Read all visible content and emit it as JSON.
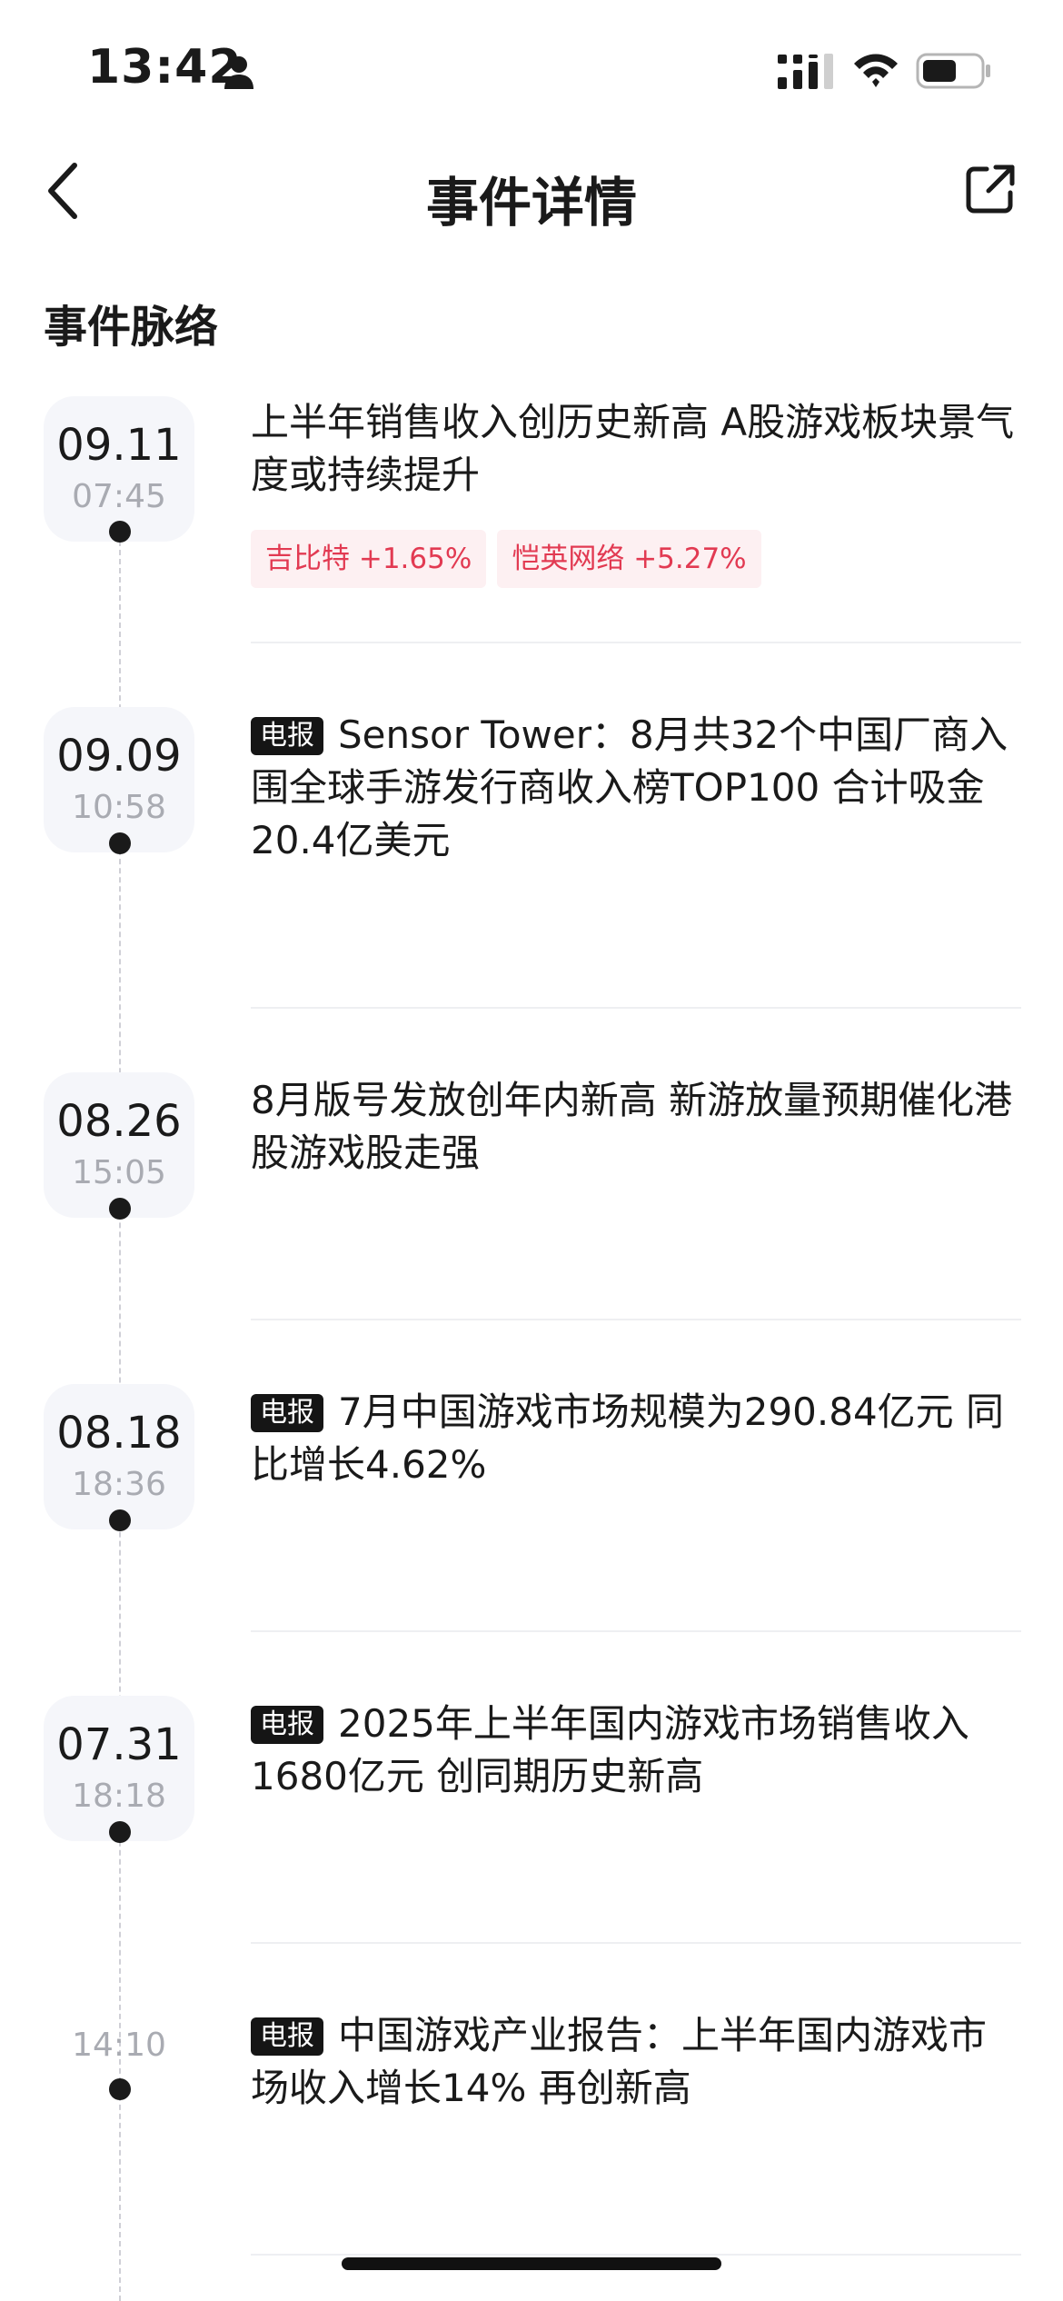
{
  "status_bar": {
    "time": "13:42",
    "icons": [
      "person-icon",
      "signal-icon",
      "wifi-icon",
      "battery-icon"
    ]
  },
  "nav": {
    "title": "事件详情",
    "back_icon": "back-chevron-icon",
    "share_icon": "share-icon"
  },
  "section": {
    "title": "事件脉络"
  },
  "colors": {
    "stock_tag_text": "#e23a52",
    "stock_tag_bg": "#fdf0f2",
    "badge_bg": "#151515",
    "date_card_bg": "#f5f6fa",
    "muted_text": "#a9abb2"
  },
  "events": [
    {
      "date": "09.11",
      "time": "07:45",
      "badge": "",
      "text": "上半年销售收入创历史新高 A股游戏板块景气度或持续提升",
      "stocks": [
        {
          "name": "吉比特",
          "change": "+1.65%"
        },
        {
          "name": "恺英网络",
          "change": "+5.27%"
        }
      ]
    },
    {
      "date": "09.09",
      "time": "10:58",
      "badge": "电报",
      "text": "Sensor Tower：8月共32个中国厂商入围全球手游发行商收入榜TOP100 合计吸金20.4亿美元"
    },
    {
      "date": "08.26",
      "time": "15:05",
      "badge": "",
      "text": "8月版号发放创年内新高 新游放量预期催化港股游戏股走强"
    },
    {
      "date": "08.18",
      "time": "18:36",
      "badge": "电报",
      "text": "7月中国游戏市场规模为290.84亿元 同比增长4.62%"
    },
    {
      "date": "07.31",
      "time": "18:18",
      "badge": "电报",
      "text": "2025年上半年国内游戏市场销售收入1680亿元 创同期历史新高"
    },
    {
      "date": "",
      "time": "14:10",
      "badge": "电报",
      "text": "中国游戏产业报告：上半年国内游戏市场收入增长14% 再创新高"
    }
  ]
}
